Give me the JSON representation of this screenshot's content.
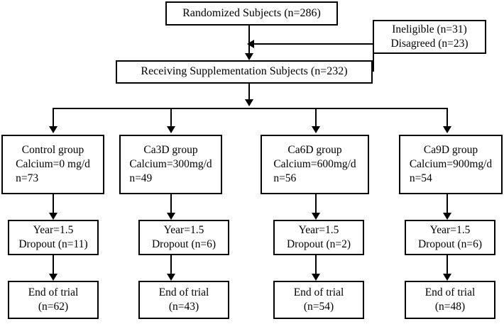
{
  "diagram": {
    "title": "CONSORT-style participant flow diagram",
    "colors": {
      "stroke": "#000000",
      "background": "#ffffff",
      "text": "#000000"
    },
    "nodes": {
      "randomized": {
        "label": "Randomized Subjects (n=286)"
      },
      "excluded": {
        "line1": "Ineligible (n=31)",
        "line2": "Disagreed (n=23)"
      },
      "receiving": {
        "label": "Receiving Supplementation Subjects (n=232)"
      }
    },
    "groups": [
      {
        "name": "Control group",
        "dose": "Calcium=0 mg/d",
        "n": "n=73",
        "followup_year": "Year=1.5",
        "dropout": "Dropout (n=11)",
        "end_label": "End of trial",
        "end_n": "(n=62)"
      },
      {
        "name": "Ca3D group",
        "dose": "Calcium=300mg/d",
        "n": "n=49",
        "followup_year": "Year=1.5",
        "dropout": "Dropout (n=6)",
        "end_label": "End of trial",
        "end_n": "(n=43)"
      },
      {
        "name": "Ca6D group",
        "dose": "Calcium=600mg/d",
        "n": "n=56",
        "followup_year": "Year=1.5",
        "dropout": "Dropout (n=2)",
        "end_label": "End of trial",
        "end_n": "(n=54)"
      },
      {
        "name": "Ca9D group",
        "dose": "Calcium=900mg/d",
        "n": "n=54",
        "followup_year": "Year=1.5",
        "dropout": "Dropout (n=6)",
        "end_label": "End of trial",
        "end_n": "(n=48)"
      }
    ]
  }
}
